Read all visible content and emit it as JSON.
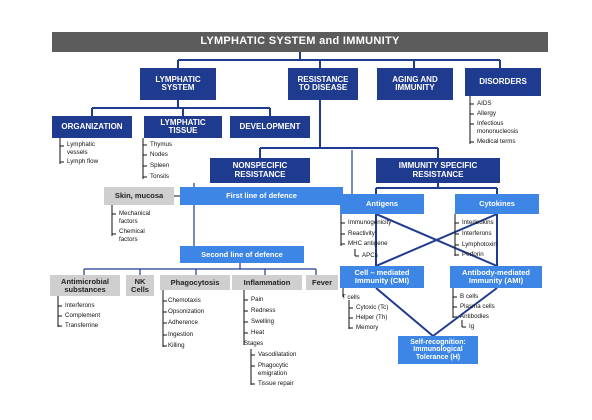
{
  "title": "LYMPHATIC SYSTEM and IMMUNITY",
  "top": {
    "lymphatic_system": "LYMPHATIC SYSTEM",
    "resistance": "RESISTANCE TO DISEASE",
    "aging": "AGING AND IMMUNITY",
    "disorders": "DISORDERS"
  },
  "disorders_items": [
    "AIDS",
    "Allergy",
    "Infectious mononucleosis",
    "Medical terms"
  ],
  "level2": {
    "organization": "ORGANIZATION",
    "tissue": "LYMPHATIC TISSUE",
    "development": "DEVELOPMENT"
  },
  "organization_items": [
    "Lymphatic vessels",
    "Lymph flow"
  ],
  "tissue_items": [
    "Thymus",
    "Nodes",
    "Spleen",
    "Tonsils"
  ],
  "nonspecific": "NONSPECIFIC RESISTANCE",
  "immunity": "IMMUNITY SPECIFIC RESISTANCE",
  "skin": "Skin, mucosa",
  "first_line": "First line of defence",
  "skin_items": [
    "Mechanical factors",
    "Chemical factors"
  ],
  "second_line": "Second line of defence",
  "antigens": "Antigens",
  "antigens_items": [
    "Immunogenicity",
    "Reactivity",
    "MHC antigene",
    "APCs"
  ],
  "cytokines": "Cytokines",
  "cytokines_items": [
    "Interleukins",
    "Interferons",
    "Lymphotoxin",
    "Perforin"
  ],
  "cmi": "Cell – mediated Immunity (CMI)",
  "cmi_items": [
    "T cells",
    "Cytoxic (Tc)",
    "Helper (Th)",
    "Memory"
  ],
  "ami": "Antibody-mediated Immunity (AMI)",
  "ami_items": [
    "B cells",
    "Plasma cells",
    "Antibodies",
    "Ig"
  ],
  "self_recognition": "Self-recognition: Immunological Tolerance (H)",
  "antimicrobial": "Antimicrobial substances",
  "antimicrobial_items": [
    "Interferons",
    "Complement",
    "Transferrine"
  ],
  "nk": "NK Cells",
  "phagocytosis": "Phagocytosis",
  "phagocytosis_items": [
    "Chemotaxis",
    "Opsonization",
    "Adherence",
    "Ingestion",
    "Killing"
  ],
  "inflammation": "Inflammation",
  "inflammation_items": [
    "Pain",
    "Redness",
    "Swelling",
    "Heat",
    "Stages",
    "Vasodilatation",
    "Phagocytic emigration",
    "Tissue repair"
  ],
  "fever": "Fever",
  "colors": {
    "title_bg": "#5c5c5c",
    "navy": "#1f3b8f",
    "blue": "#3d86e6",
    "gray": "#cfcfcf"
  }
}
